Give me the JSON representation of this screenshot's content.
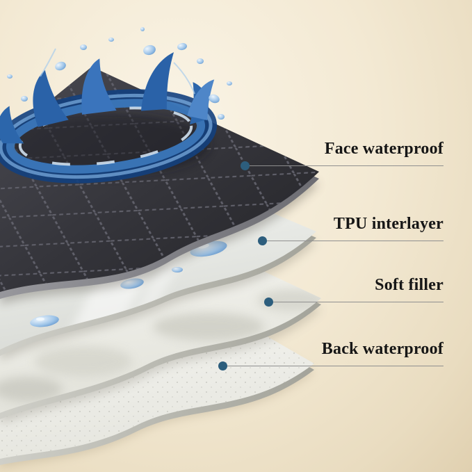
{
  "diagram": {
    "type": "layered-material-infographic",
    "callouts": [
      {
        "label": "Face waterproof"
      },
      {
        "label": "TPU interlayer"
      },
      {
        "label": "Soft filler"
      },
      {
        "label": "Back waterproof"
      }
    ],
    "marker_color": "#2d5e7d",
    "leader_line_color": "#8f8f8f",
    "label_color": "#161616",
    "background_light": "#faf4e6",
    "background_dark": "#e0d0b0",
    "face_layer_color": "#35353b",
    "white_layer_color": "#f2f2ee",
    "water_color": "#2a62a8"
  }
}
